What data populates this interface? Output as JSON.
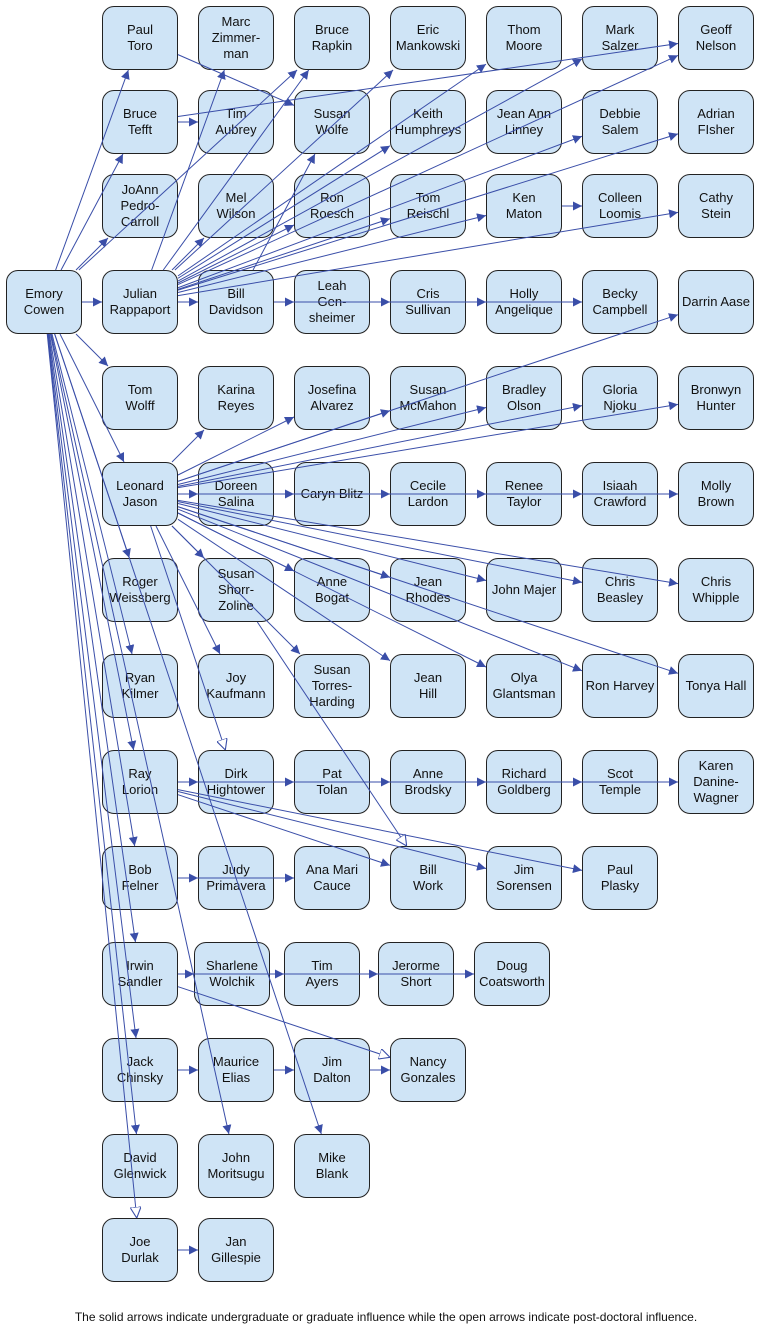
{
  "nodes": [
    {
      "id": "emory",
      "label": "Emory\nCowen"
    },
    {
      "id": "paul_toro",
      "label": "Paul\nToro"
    },
    {
      "id": "marc",
      "label": "Marc\nZimmer-\nman"
    },
    {
      "id": "rapkin",
      "label": "Bruce\nRapkin"
    },
    {
      "id": "eric",
      "label": "Eric\nMankowski"
    },
    {
      "id": "thom",
      "label": "Thom\nMoore"
    },
    {
      "id": "salzer",
      "label": "Mark\nSalzer"
    },
    {
      "id": "geoff",
      "label": "Geoff\nNelson"
    },
    {
      "id": "tefft",
      "label": "Bruce\nTefft"
    },
    {
      "id": "aubrey",
      "label": "Tim\nAubrey"
    },
    {
      "id": "wolfe",
      "label": "Susan\nWolfe"
    },
    {
      "id": "keith",
      "label": "Keith\nHumphreys"
    },
    {
      "id": "linney",
      "label": "Jean Ann\nLinney"
    },
    {
      "id": "salem",
      "label": "Debbie\nSalem"
    },
    {
      "id": "fisher",
      "label": "Adrian\nFIsher"
    },
    {
      "id": "joann",
      "label": "JoAnn\nPedro-\nCarroll"
    },
    {
      "id": "mel",
      "label": "Mel\nWilson"
    },
    {
      "id": "roesch",
      "label": "Ron\nRoesch"
    },
    {
      "id": "reischl",
      "label": "Tom\nReischl"
    },
    {
      "id": "maton",
      "label": "Ken\nMaton"
    },
    {
      "id": "loomis",
      "label": "Colleen\nLoomis"
    },
    {
      "id": "stein",
      "label": "Cathy\nStein"
    },
    {
      "id": "julian",
      "label": "Julian\nRappaport"
    },
    {
      "id": "davidson",
      "label": "Bill\nDavidson"
    },
    {
      "id": "leah",
      "label": "Leah\nGen-\nsheimer"
    },
    {
      "id": "cris",
      "label": "Cris\nSullivan"
    },
    {
      "id": "holly",
      "label": "Holly\nAngelique"
    },
    {
      "id": "becky",
      "label": "Becky\nCampbell"
    },
    {
      "id": "darrin",
      "label": "Darrin Aase"
    },
    {
      "id": "wolff",
      "label": "Tom\nWolff"
    },
    {
      "id": "karina",
      "label": "Karina\nReyes"
    },
    {
      "id": "josefina",
      "label": "Josefina\nAlvarez"
    },
    {
      "id": "mcmahon",
      "label": "Susan\nMcMahon"
    },
    {
      "id": "bradley",
      "label": "Bradley\nOlson"
    },
    {
      "id": "gloria",
      "label": "Gloria\nNjoku"
    },
    {
      "id": "bronwyn",
      "label": "Bronwyn\nHunter"
    },
    {
      "id": "leonard",
      "label": "Leonard\nJason"
    },
    {
      "id": "doreen",
      "label": "Doreen\nSalina"
    },
    {
      "id": "caryn",
      "label": "Caryn Blitz"
    },
    {
      "id": "cecile",
      "label": "Cecile\nLardon"
    },
    {
      "id": "renee",
      "label": "Renee\nTaylor"
    },
    {
      "id": "isiaah",
      "label": "Isiaah\nCrawford"
    },
    {
      "id": "molly",
      "label": "Molly\nBrown"
    },
    {
      "id": "roger",
      "label": "Roger\nWeissberg"
    },
    {
      "id": "shorr",
      "label": "Susan\nShorr-\nZoline"
    },
    {
      "id": "bogat",
      "label": "Anne\nBogat"
    },
    {
      "id": "rhodes",
      "label": "Jean\nRhodes"
    },
    {
      "id": "majer",
      "label": "John Majer"
    },
    {
      "id": "beasley",
      "label": "Chris\nBeasley"
    },
    {
      "id": "whipple",
      "label": "Chris\nWhipple"
    },
    {
      "id": "ryan",
      "label": "Ryan\nKilmer"
    },
    {
      "id": "joy",
      "label": "Joy\nKaufmann"
    },
    {
      "id": "torres",
      "label": "Susan\nTorres-\nHarding"
    },
    {
      "id": "hill",
      "label": "Jean\nHill"
    },
    {
      "id": "olya",
      "label": "Olya\nGlantsman"
    },
    {
      "id": "harvey",
      "label": "Ron Harvey"
    },
    {
      "id": "tonya",
      "label": "Tonya Hall"
    },
    {
      "id": "ray",
      "label": "Ray\nLorion"
    },
    {
      "id": "dirk",
      "label": "Dirk\nHightower"
    },
    {
      "id": "pat",
      "label": "Pat\nTolan"
    },
    {
      "id": "brodsky",
      "label": "Anne\nBrodsky"
    },
    {
      "id": "richard",
      "label": "Richard\nGoldberg"
    },
    {
      "id": "scot",
      "label": "Scot\nTemple"
    },
    {
      "id": "karen",
      "label": "Karen\nDanine-\nWagner"
    },
    {
      "id": "bob",
      "label": "Bob\nFelner"
    },
    {
      "id": "judy",
      "label": "Judy\nPrimavera"
    },
    {
      "id": "ana",
      "label": "Ana Mari\nCauce"
    },
    {
      "id": "work",
      "label": "Bill\nWork"
    },
    {
      "id": "sorensen",
      "label": "Jim\nSorensen"
    },
    {
      "id": "plasky",
      "label": "Paul\nPlasky"
    },
    {
      "id": "irwin",
      "label": "Irwin\nSandler"
    },
    {
      "id": "sharlene",
      "label": "Sharlene\nWolchik"
    },
    {
      "id": "ayers",
      "label": "Tim\nAyers"
    },
    {
      "id": "short",
      "label": "Jerorme\nShort"
    },
    {
      "id": "doug",
      "label": "Doug\nCoatsworth"
    },
    {
      "id": "jack",
      "label": "Jack\nChinsky"
    },
    {
      "id": "maurice",
      "label": "Maurice\nElias"
    },
    {
      "id": "dalton",
      "label": "Jim\nDalton"
    },
    {
      "id": "nancy",
      "label": "Nancy\nGonzales"
    },
    {
      "id": "glenwick",
      "label": "David\nGlenwick"
    },
    {
      "id": "moritsugu",
      "label": "John\nMoritsugu"
    },
    {
      "id": "blank",
      "label": "Mike\nBlank"
    },
    {
      "id": "durlak",
      "label": "Joe\nDurlak"
    },
    {
      "id": "gillespie",
      "label": "Jan\nGillespie"
    }
  ],
  "edges": [
    [
      "emory",
      "paul_toro",
      "solid"
    ],
    [
      "emory",
      "tefft",
      "solid"
    ],
    [
      "emory",
      "joann",
      "solid"
    ],
    [
      "emory",
      "julian",
      "solid"
    ],
    [
      "emory",
      "rapkin",
      "solid"
    ],
    [
      "emory",
      "wolff",
      "solid"
    ],
    [
      "emory",
      "leonard",
      "solid"
    ],
    [
      "emory",
      "roger",
      "solid"
    ],
    [
      "emory",
      "ryan",
      "solid"
    ],
    [
      "emory",
      "ray",
      "solid"
    ],
    [
      "emory",
      "bob",
      "solid"
    ],
    [
      "emory",
      "irwin",
      "solid"
    ],
    [
      "emory",
      "jack",
      "solid"
    ],
    [
      "emory",
      "glenwick",
      "solid"
    ],
    [
      "emory",
      "moritsugu",
      "solid"
    ],
    [
      "emory",
      "blank",
      "solid"
    ],
    [
      "emory",
      "durlak",
      "open"
    ],
    [
      "paul_toro",
      "wolfe",
      "solid"
    ],
    [
      "tefft",
      "aubrey",
      "solid"
    ],
    [
      "tefft",
      "geoff",
      "solid"
    ],
    [
      "julian",
      "davidson",
      "solid"
    ],
    [
      "julian",
      "mel",
      "solid"
    ],
    [
      "julian",
      "marc",
      "solid"
    ],
    [
      "julian",
      "rapkin",
      "solid"
    ],
    [
      "julian",
      "eric",
      "solid"
    ],
    [
      "julian",
      "keith",
      "solid"
    ],
    [
      "julian",
      "thom",
      "solid"
    ],
    [
      "julian",
      "salzer",
      "solid"
    ],
    [
      "julian",
      "geoff",
      "solid"
    ],
    [
      "julian",
      "salem",
      "solid"
    ],
    [
      "julian",
      "fisher",
      "solid"
    ],
    [
      "julian",
      "roesch",
      "solid"
    ],
    [
      "julian",
      "reischl",
      "solid"
    ],
    [
      "julian",
      "maton",
      "solid"
    ],
    [
      "julian",
      "stein",
      "solid"
    ],
    [
      "maton",
      "loomis",
      "solid"
    ],
    [
      "davidson",
      "wolfe",
      "solid"
    ],
    [
      "davidson",
      "leah",
      "solid"
    ],
    [
      "davidson",
      "cris",
      "solid"
    ],
    [
      "davidson",
      "holly",
      "solid"
    ],
    [
      "davidson",
      "becky",
      "solid"
    ],
    [
      "leonard",
      "karina",
      "solid"
    ],
    [
      "leonard",
      "josefina",
      "solid"
    ],
    [
      "leonard",
      "mcmahon",
      "solid"
    ],
    [
      "leonard",
      "bradley",
      "solid"
    ],
    [
      "leonard",
      "gloria",
      "solid"
    ],
    [
      "leonard",
      "bronwyn",
      "solid"
    ],
    [
      "leonard",
      "darrin",
      "solid"
    ],
    [
      "leonard",
      "doreen",
      "solid"
    ],
    [
      "leonard",
      "caryn",
      "solid"
    ],
    [
      "leonard",
      "cecile",
      "solid"
    ],
    [
      "leonard",
      "renee",
      "solid"
    ],
    [
      "leonard",
      "isiaah",
      "solid"
    ],
    [
      "leonard",
      "molly",
      "solid"
    ],
    [
      "leonard",
      "shorr",
      "solid"
    ],
    [
      "leonard",
      "bogat",
      "solid"
    ],
    [
      "leonard",
      "rhodes",
      "solid"
    ],
    [
      "leonard",
      "majer",
      "solid"
    ],
    [
      "leonard",
      "beasley",
      "solid"
    ],
    [
      "leonard",
      "whipple",
      "solid"
    ],
    [
      "leonard",
      "joy",
      "solid"
    ],
    [
      "leonard",
      "torres",
      "solid"
    ],
    [
      "leonard",
      "hill",
      "solid"
    ],
    [
      "leonard",
      "olya",
      "solid"
    ],
    [
      "leonard",
      "harvey",
      "solid"
    ],
    [
      "leonard",
      "tonya",
      "solid"
    ],
    [
      "leonard",
      "dirk",
      "open"
    ],
    [
      "shorr",
      "work",
      "open"
    ],
    [
      "ray",
      "dirk",
      "solid"
    ],
    [
      "ray",
      "pat",
      "solid"
    ],
    [
      "ray",
      "brodsky",
      "solid"
    ],
    [
      "ray",
      "richard",
      "solid"
    ],
    [
      "ray",
      "scot",
      "solid"
    ],
    [
      "ray",
      "karen",
      "solid"
    ],
    [
      "ray",
      "work",
      "solid"
    ],
    [
      "ray",
      "sorensen",
      "solid"
    ],
    [
      "ray",
      "plasky",
      "solid"
    ],
    [
      "bob",
      "judy",
      "solid"
    ],
    [
      "bob",
      "ana",
      "solid"
    ],
    [
      "irwin",
      "sharlene",
      "solid"
    ],
    [
      "irwin",
      "ayers",
      "solid"
    ],
    [
      "irwin",
      "short",
      "solid"
    ],
    [
      "irwin",
      "doug",
      "solid"
    ],
    [
      "irwin",
      "nancy",
      "open"
    ],
    [
      "jack",
      "maurice",
      "solid"
    ],
    [
      "maurice",
      "dalton",
      "solid"
    ],
    [
      "dalton",
      "nancy",
      "solid"
    ],
    [
      "durlak",
      "gillespie",
      "solid"
    ]
  ],
  "colors": {
    "line": "#3a4ea8",
    "node_fill": "#cfe4f6",
    "node_border": "#222222"
  },
  "caption": "The solid arrows indicate undergraduate or graduate influence while the open arrows indicate post-doctoral influence."
}
